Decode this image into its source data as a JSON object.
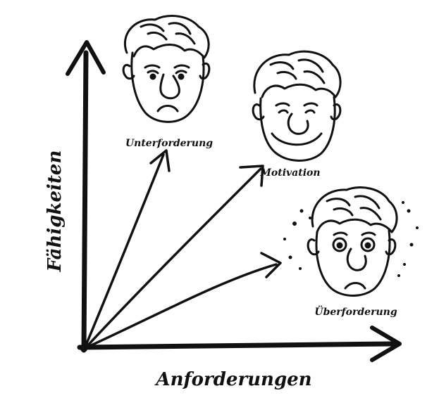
{
  "axes": {
    "y_label": "Fähigkeiten",
    "x_label": "Anforderungen"
  },
  "states": [
    {
      "id": "underchallenge",
      "label": "Unterforderung",
      "expression": "sad"
    },
    {
      "id": "motivation",
      "label": "Motivation",
      "expression": "smiling"
    },
    {
      "id": "overchallenge",
      "label": "Überforderung",
      "expression": "stressed"
    }
  ],
  "colors": {
    "ink": "#111111",
    "background": "#ffffff"
  }
}
